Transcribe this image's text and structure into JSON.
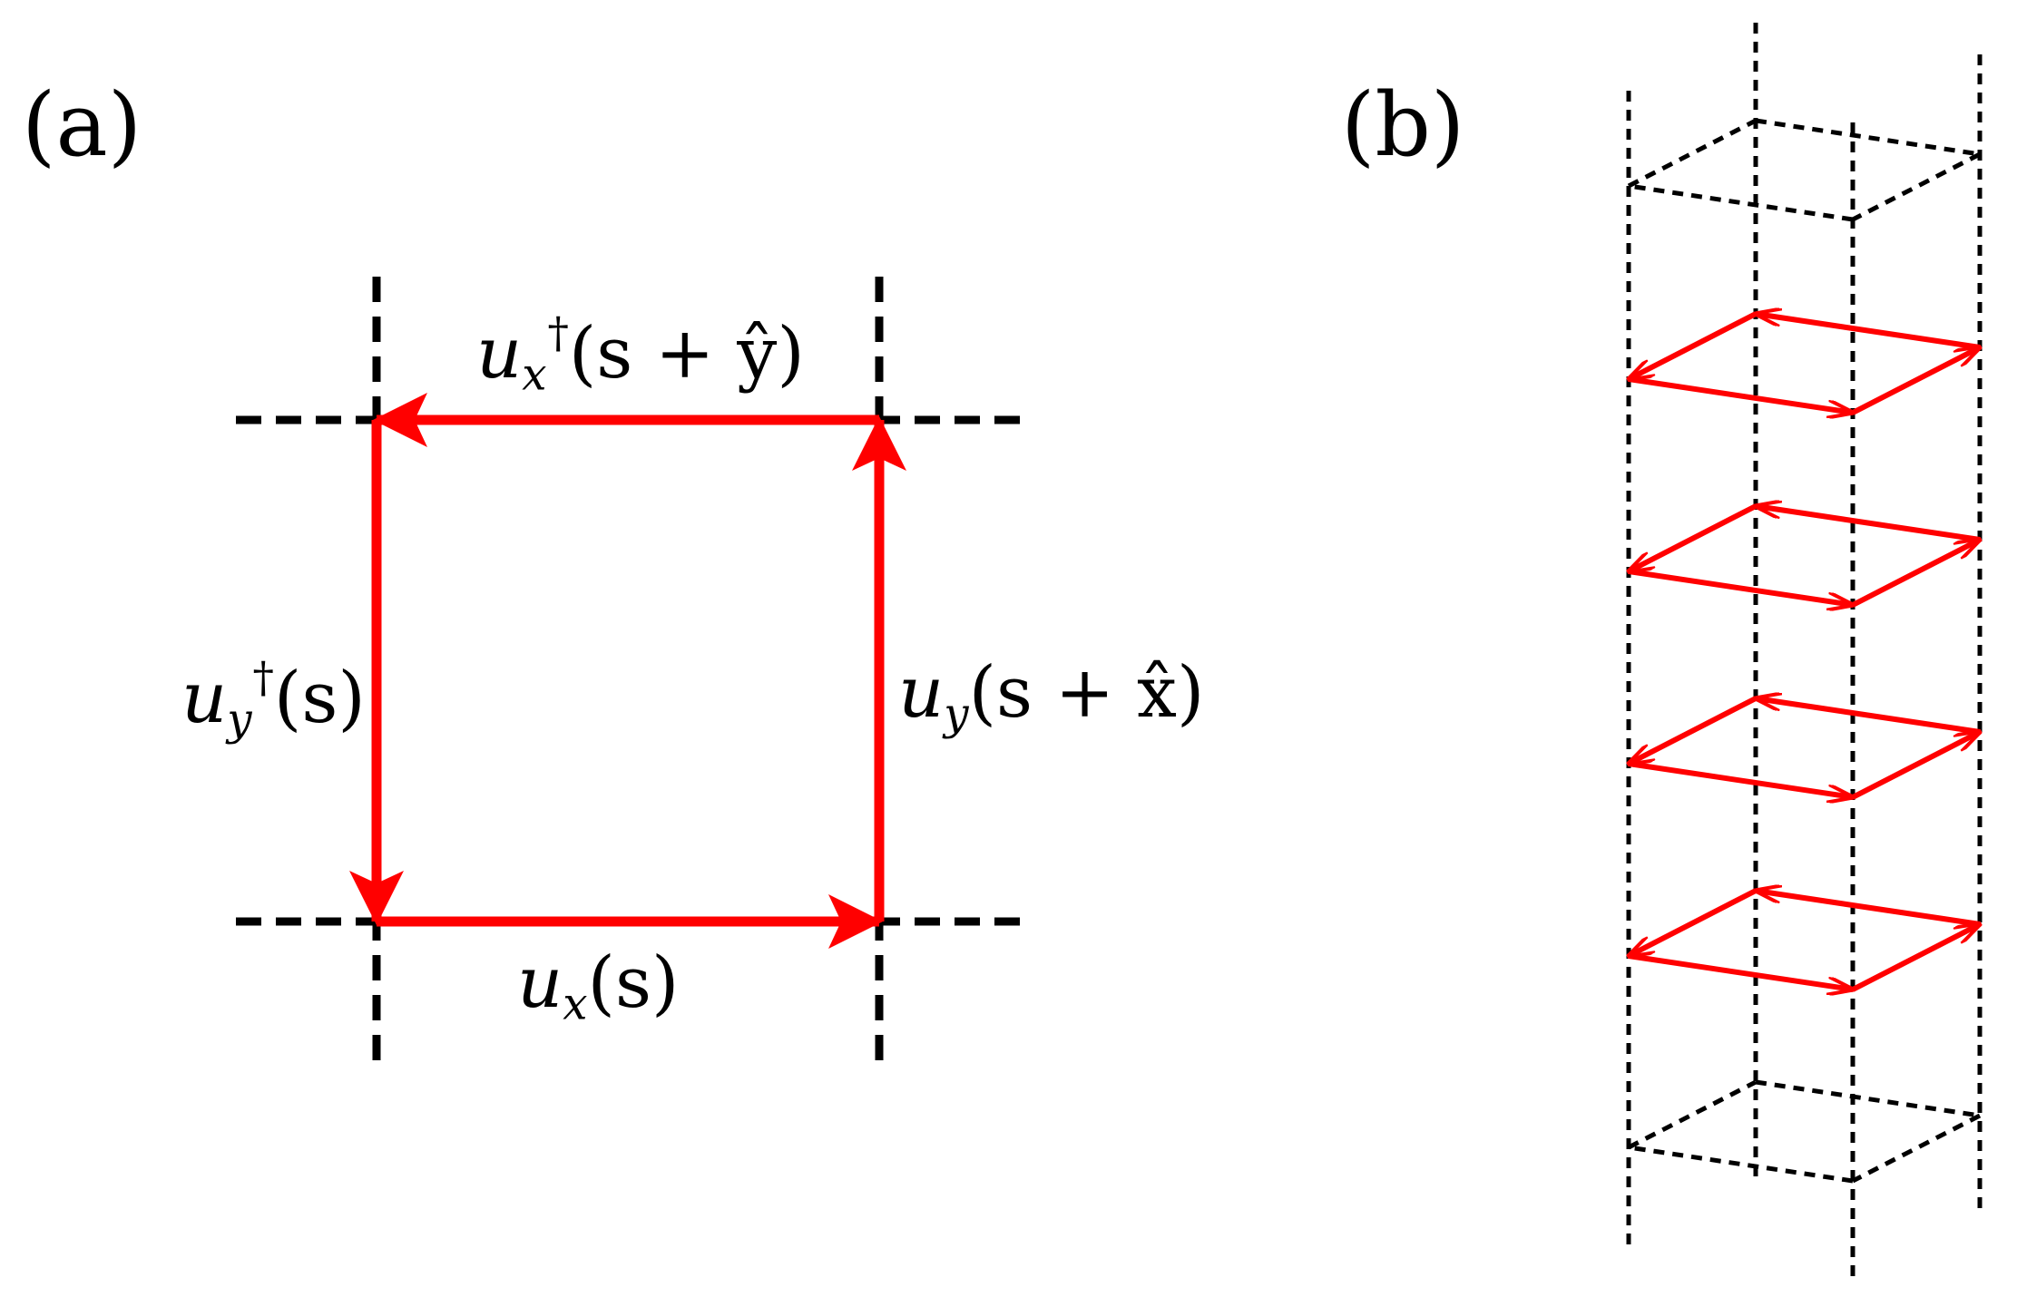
{
  "panel_a": {
    "label": "(a)",
    "links": {
      "top": {
        "base": "u",
        "sub": "x",
        "sup": "†",
        "arg": "(s + ŷ)"
      },
      "left": {
        "base": "u",
        "sub": "y",
        "sup": "†",
        "arg": "(s)"
      },
      "right": {
        "base": "u",
        "sub": "y",
        "sup": "",
        "arg": "(s + x̂)"
      },
      "bottom": {
        "base": "u",
        "sub": "x",
        "sup": "",
        "arg": "(s)"
      }
    }
  },
  "panel_b": {
    "label": "(b)",
    "plaquette_count": 4
  },
  "colors": {
    "link_arrow": "#ff0000",
    "lattice_line": "#000000"
  }
}
